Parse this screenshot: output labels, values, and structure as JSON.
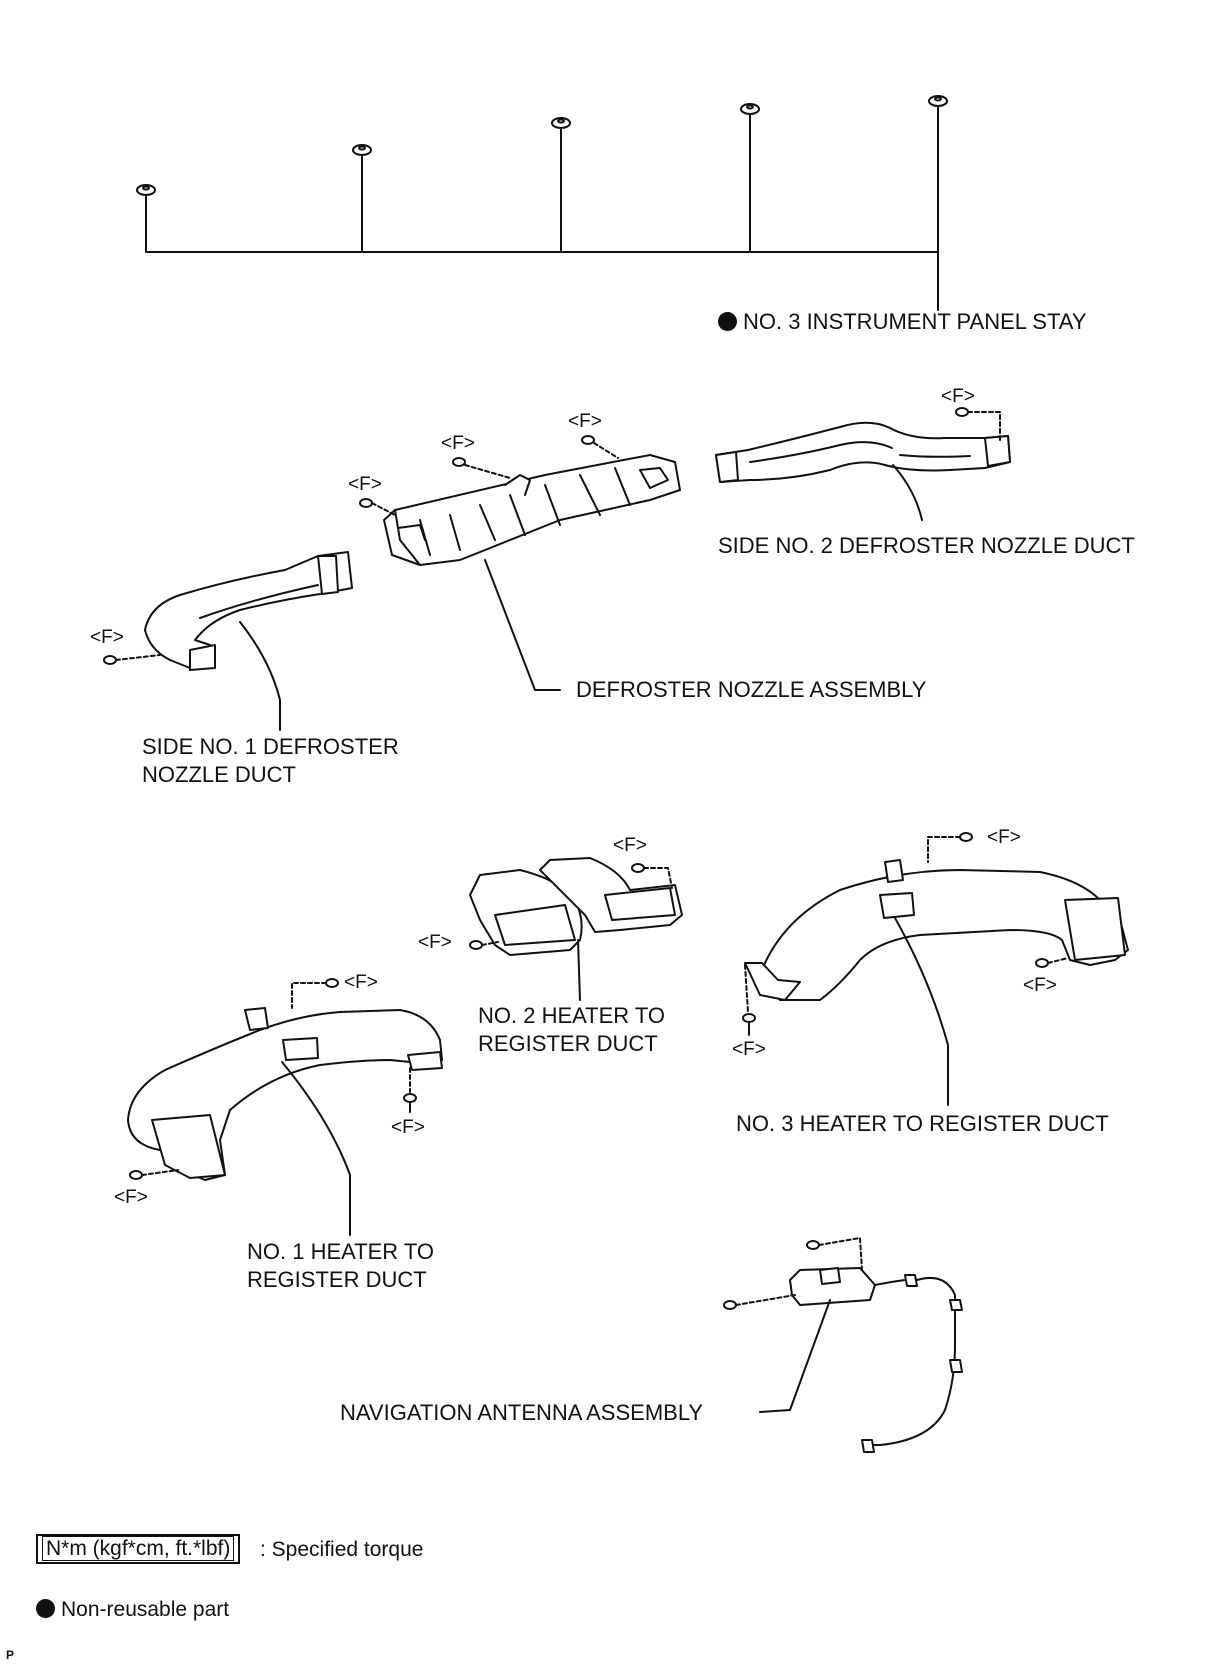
{
  "labels": {
    "instrument_panel_stay": "NO. 3 INSTRUMENT PANEL STAY",
    "side_no2_defroster": "SIDE NO. 2 DEFROSTER NOZZLE DUCT",
    "defroster_nozzle_assembly": "DEFROSTER NOZZLE ASSEMBLY",
    "side_no1_defroster_line1": "SIDE NO. 1 DEFROSTER",
    "side_no1_defroster_line2": "NOZZLE DUCT",
    "no2_heater_line1": "NO. 2 HEATER TO",
    "no2_heater_line2": "REGISTER DUCT",
    "no3_heater": "NO. 3 HEATER TO REGISTER DUCT",
    "no1_heater_line1": "NO. 1 HEATER TO",
    "no1_heater_line2": "REGISTER DUCT",
    "navigation_antenna": "NAVIGATION ANTENNA ASSEMBLY",
    "f_marker": "<F>"
  },
  "legend": {
    "torque_box": "N*m (kgf*cm, ft.*lbf)",
    "torque_text": ": Specified torque",
    "nonreusable_text": "Non-reusable part"
  },
  "footer": {
    "code": "P"
  },
  "colors": {
    "line": "#111111",
    "fill": "#ffffff"
  }
}
